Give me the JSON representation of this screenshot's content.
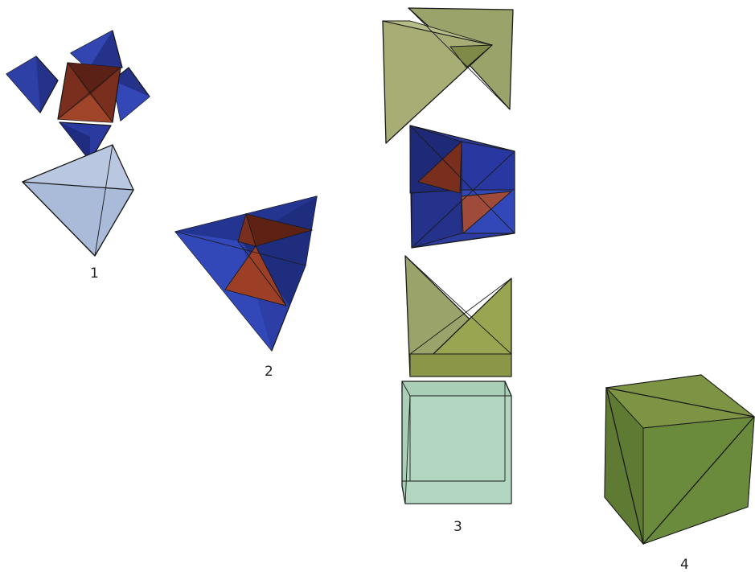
{
  "figures": [
    {
      "id": "fig1",
      "label": "1"
    },
    {
      "id": "fig2",
      "label": "2"
    },
    {
      "id": "fig3",
      "label": "3"
    },
    {
      "id": "fig4",
      "label": "4"
    }
  ],
  "colors": {
    "blue": "#2b3a9a",
    "blue_dark": "#1e2a78",
    "red": "#7a2e1e",
    "red_light": "#a0442a",
    "pale_blue": "#b9c8e0",
    "olive": "#8f9a5a",
    "olive_light": "#a7ad74",
    "olive_dark": "#6f7c3a",
    "mint": "#a9cfb6",
    "green_solid": "#6f8a3e"
  }
}
